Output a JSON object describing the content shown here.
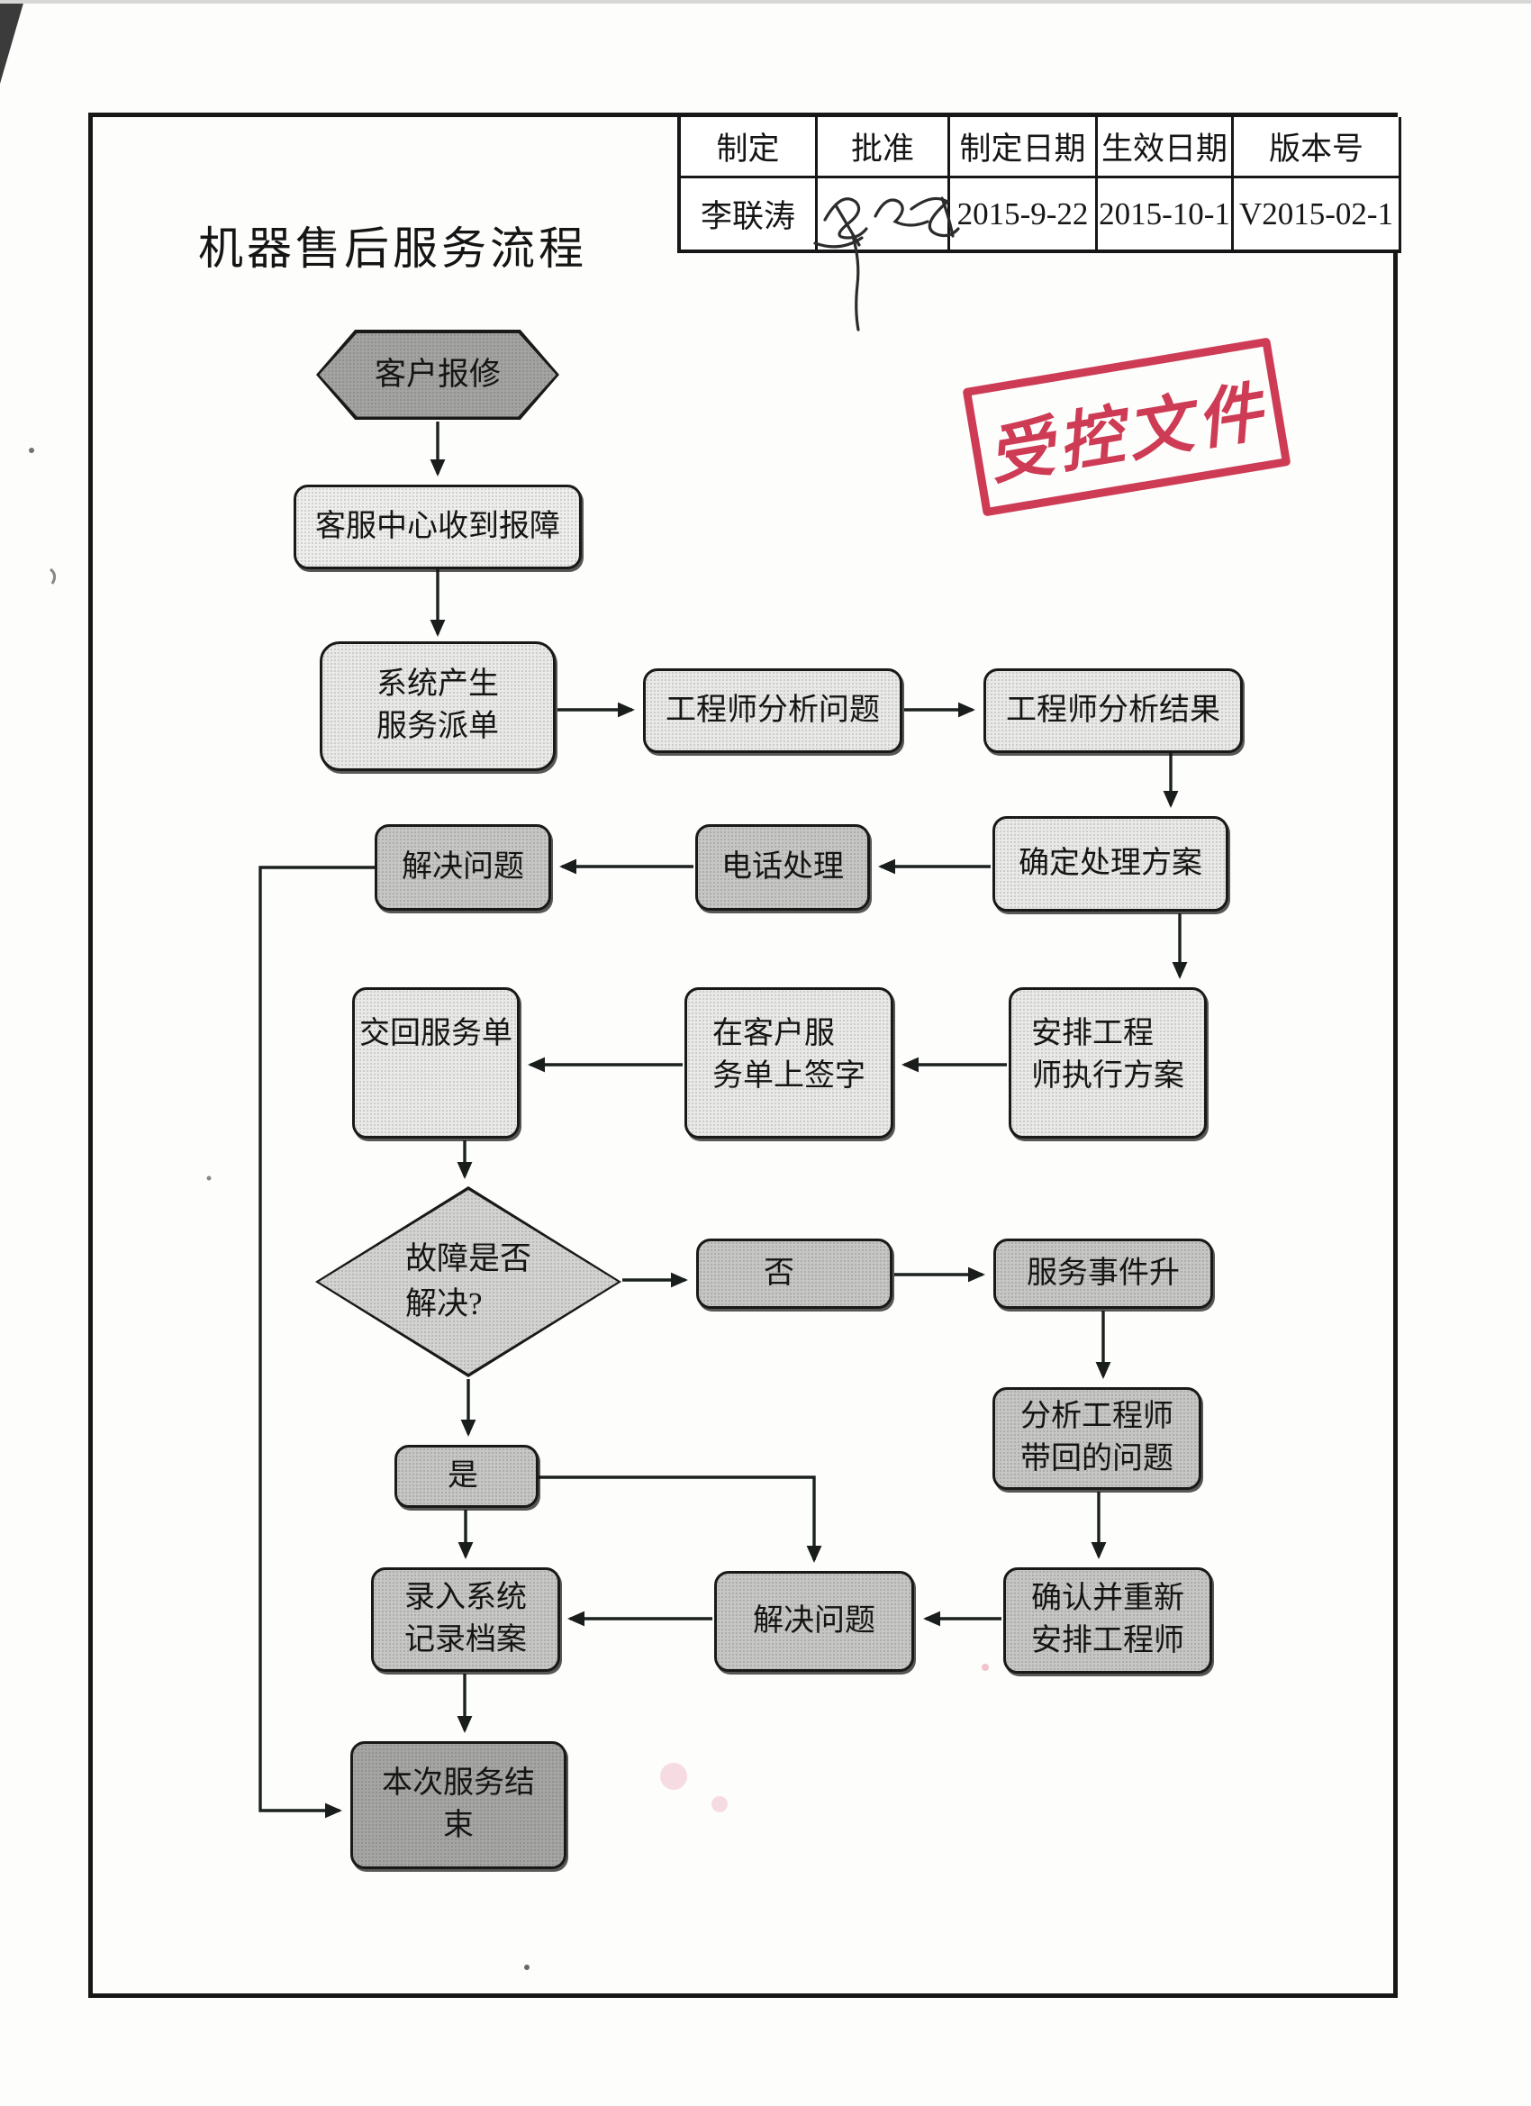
{
  "page": {
    "title": "机器售后服务流程"
  },
  "approval_table": {
    "headers": [
      "制定",
      "批准",
      "制定日期",
      "生效日期",
      "版本号"
    ],
    "creator": "李联涛",
    "approver_signature": "手写签名",
    "created_date": "2015-9-22",
    "effective_date": "2015-10-1",
    "version": "V2015-02-1"
  },
  "stamp": {
    "text": "受控文件",
    "color": "#cb2d48"
  },
  "flowchart": {
    "nodes": {
      "customer_report": "客户报修",
      "center_receive": "客服中心收到报障",
      "system_dispatch": "系统产生\n服务派单",
      "engineer_analyze": "工程师分析问题",
      "engineer_result": "工程师分析结果",
      "solve_problem_1": "解决问题",
      "phone_handle": "电话处理",
      "decide_plan": "确定处理方案",
      "return_order": "交回服务单",
      "sign_order": "在客户服\n务单上签字",
      "arrange_engineer": "安排工程\n师执行方案",
      "fault_solved": "故障是否\n解决?",
      "no": "否",
      "escalate": "服务事件升",
      "analyze_back": "分析工程师\n带回的问题",
      "rearrange": "确认并重新\n安排工程师",
      "yes": "是",
      "record": "录入系统\n记录档案",
      "solve_problem_2": "解决问题",
      "end": "本次服务结\n束"
    },
    "edges": [
      {
        "from": "客户报修",
        "to": "客服中心收到报障"
      },
      {
        "from": "客服中心收到报障",
        "to": "系统产生服务派单"
      },
      {
        "from": "系统产生服务派单",
        "to": "工程师分析问题"
      },
      {
        "from": "工程师分析问题",
        "to": "工程师分析结果"
      },
      {
        "from": "工程师分析结果",
        "to": "确定处理方案"
      },
      {
        "from": "确定处理方案",
        "to": "电话处理"
      },
      {
        "from": "电话处理",
        "to": "解决问题"
      },
      {
        "from": "解决问题",
        "to": "本次服务结束"
      },
      {
        "from": "确定处理方案",
        "to": "安排工程师执行方案"
      },
      {
        "from": "安排工程师执行方案",
        "to": "在客户服务单上签字"
      },
      {
        "from": "在客户服务单上签字",
        "to": "交回服务单"
      },
      {
        "from": "交回服务单",
        "to": "故障是否解决?"
      },
      {
        "from": "故障是否解决?",
        "to": "否"
      },
      {
        "from": "否",
        "to": "服务事件升"
      },
      {
        "from": "服务事件升",
        "to": "分析工程师带回的问题"
      },
      {
        "from": "分析工程师带回的问题",
        "to": "确认并重新安排工程师"
      },
      {
        "from": "确认并重新安排工程师",
        "to": "解决问题(下)"
      },
      {
        "from": "解决问题(下)",
        "to": "录入系统记录档案"
      },
      {
        "from": "故障是否解决?",
        "to": "是"
      },
      {
        "from": "是",
        "to": "录入系统记录档案"
      },
      {
        "from": "是",
        "to": "解决问题(下)"
      },
      {
        "from": "录入系统记录档案",
        "to": "本次服务结束"
      }
    ]
  }
}
